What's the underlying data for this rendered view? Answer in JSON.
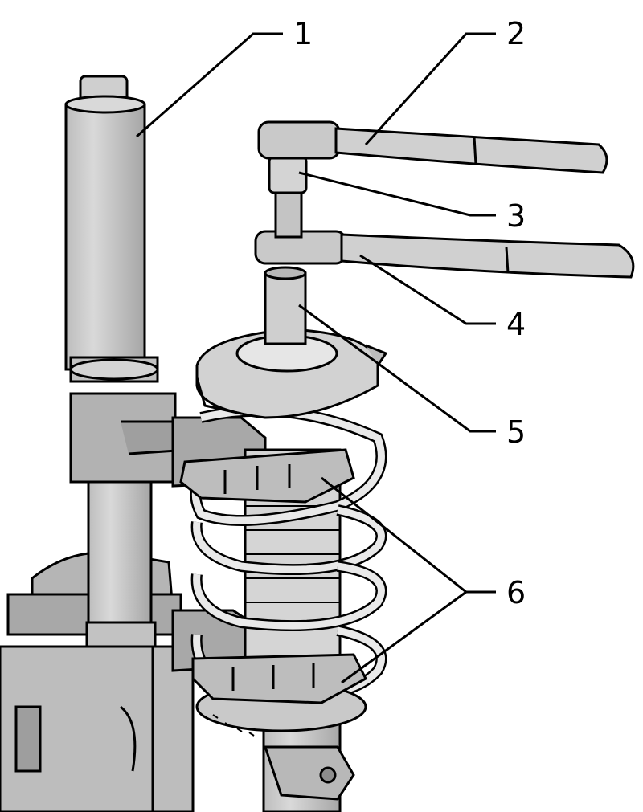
{
  "callouts": [
    {
      "id": "1",
      "text": "1"
    },
    {
      "id": "2",
      "text": "2"
    },
    {
      "id": "3",
      "text": "3"
    },
    {
      "id": "4",
      "text": "4"
    },
    {
      "id": "5",
      "text": "5"
    },
    {
      "id": "6",
      "text": "6"
    }
  ],
  "colors": {
    "line": "#000000",
    "fill_light": "#e6e6e6",
    "fill_mid": "#c8c8c8",
    "fill_dark": "#9a9a9a",
    "background": "#ffffff"
  }
}
